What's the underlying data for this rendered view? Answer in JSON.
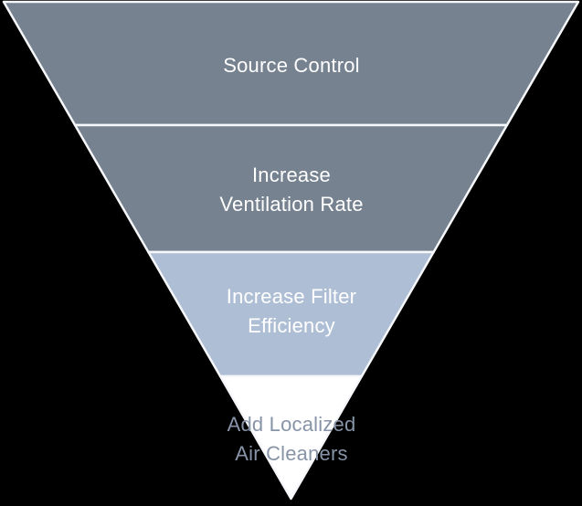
{
  "diagram": {
    "type": "inverted-pyramid-funnel",
    "background_color": "#000000",
    "outline_color": "#F5F7FA",
    "tiers": [
      {
        "id": "source-control",
        "label_lines": {
          "0": "Source Control"
        },
        "fill": "#76828F",
        "text_color": "#FFFFFF"
      },
      {
        "id": "increase-ventilation-rate",
        "label_lines": {
          "0": "Increase",
          "1": "Ventilation Rate"
        },
        "fill": "#76828F",
        "text_color": "#FFFFFF"
      },
      {
        "id": "increase-filter-efficiency",
        "label_lines": {
          "0": "Increase Filter",
          "1": "Efficiency"
        },
        "fill": "#AEBED5",
        "text_color": "#FFFFFF"
      },
      {
        "id": "add-localized-air-cleaners",
        "label_lines": {
          "0": "Add Localized",
          "1": "Air Cleaners"
        },
        "fill": "#FFFFFF",
        "text_color": "#8794A7"
      }
    ]
  }
}
